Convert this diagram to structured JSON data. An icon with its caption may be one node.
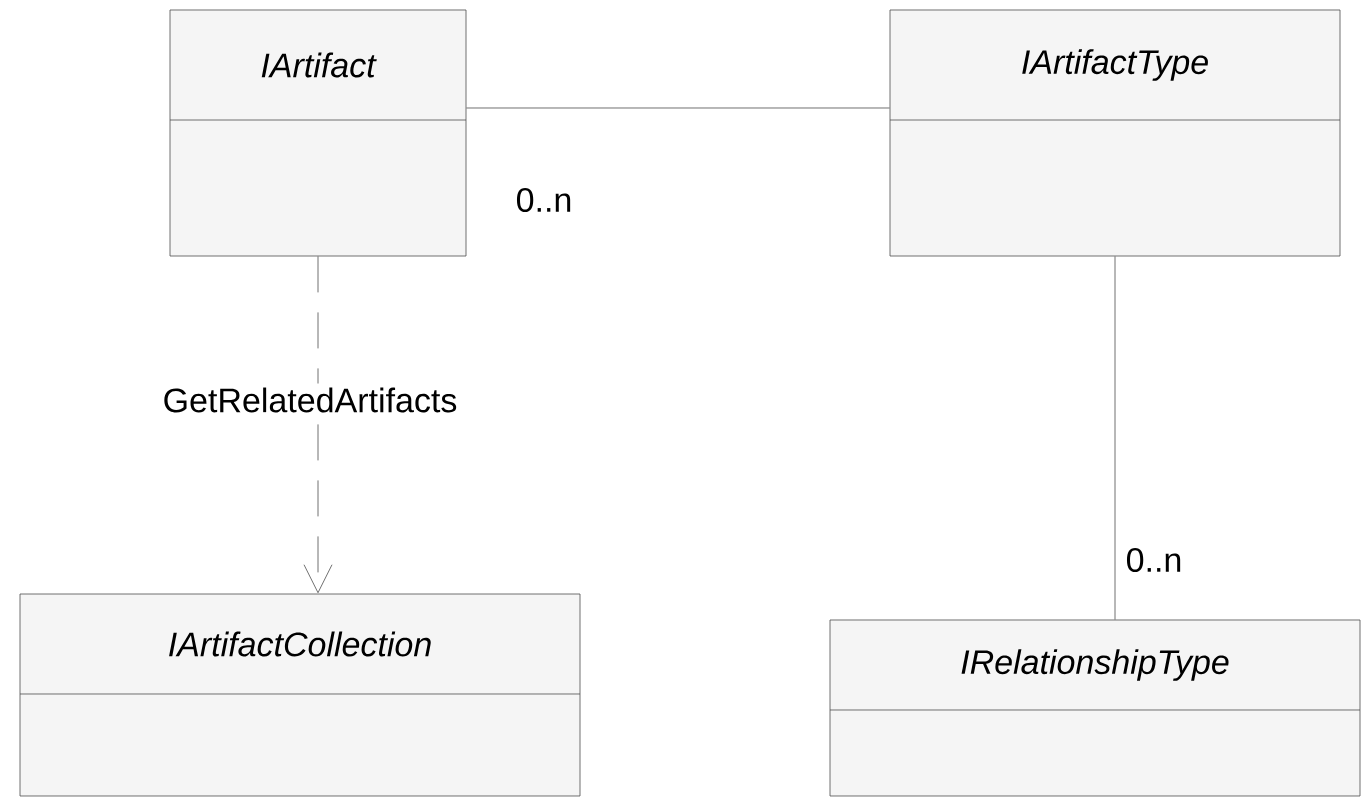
{
  "diagram": {
    "nodes": [
      {
        "text": [
          "IArtifact"
        ]
      },
      {
        "text": [
          "IArtifactType"
        ]
      },
      {
        "text": [
          "IArtifactCollection"
        ]
      },
      {
        "text": [
          "IRelationshipType"
        ]
      }
    ],
    "edges": [
      {
        "from": 0,
        "to": 1,
        "arrow": "none"
      },
      {
        "from": 0,
        "to": 2,
        "arrow": "to",
        "style": "dashed",
        "label": "GetRelatedArtifacts"
      },
      {
        "from": 1,
        "to": 3,
        "arrow": "none"
      }
    ],
    "labels": [
      "0..n",
      "0..n"
    ]
  }
}
